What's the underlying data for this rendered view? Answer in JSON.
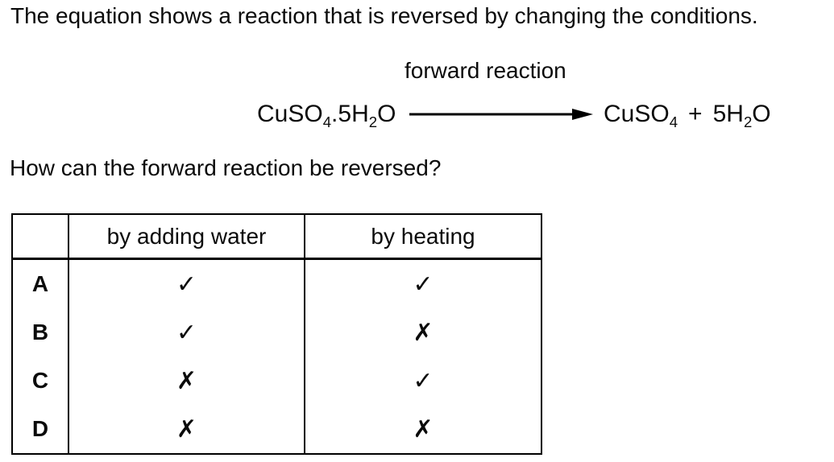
{
  "intro_text": "The equation shows a reaction that is reversed by changing the conditions.",
  "equation": {
    "label": "forward reaction",
    "arrow_icon": "right-arrow",
    "reactant": {
      "f1": "CuSO",
      "s1": "4",
      "f2": ".5H",
      "s2": "2",
      "f3": "O"
    },
    "products": {
      "f1": "CuSO",
      "s1": "4",
      "plus": "+",
      "f2": "5H",
      "s2": "2",
      "f3": "O"
    }
  },
  "prompt_text": "How can the forward reaction be reversed?",
  "table": {
    "headers": [
      "",
      "by adding water",
      "by heating"
    ],
    "rows": [
      {
        "label": "A",
        "cells": [
          "✓",
          "✓"
        ]
      },
      {
        "label": "B",
        "cells": [
          "✓",
          "✗"
        ]
      },
      {
        "label": "C",
        "cells": [
          "✗",
          "✓"
        ]
      },
      {
        "label": "D",
        "cells": [
          "✗",
          "✗"
        ]
      }
    ],
    "symbol_legend": {
      "check": "✓",
      "cross": "✗"
    }
  },
  "colors": {
    "text": "#0b0b0b",
    "background": "#ffffff",
    "border": "#000000"
  }
}
